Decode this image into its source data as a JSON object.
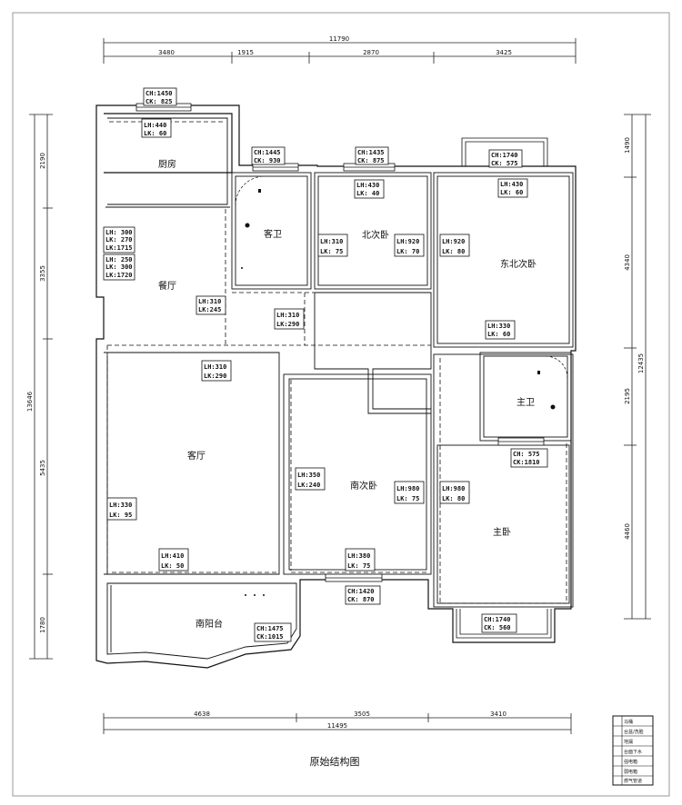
{
  "caption": "原始结构图",
  "dimensions": {
    "top_total": "11790",
    "top_segments": [
      "3480",
      "1915",
      "2870",
      "3425"
    ],
    "bottom_total": "11495",
    "bottom_segments": [
      "4638",
      "3505",
      "3410"
    ],
    "left_total": "13646",
    "left_segments": [
      "2190",
      "3355",
      "5435",
      "1780"
    ],
    "right_total": "12435",
    "right_segments": [
      "1490",
      "4340",
      "2195",
      "4460"
    ]
  },
  "rooms": {
    "kitchen": "厨房",
    "dining": "餐厅",
    "guest_bath": "客卫",
    "north_bedroom": "北次卧",
    "northeast_bedroom": "东北次卧",
    "living": "客厅",
    "south_bedroom": "南次卧",
    "master_bath": "主卫",
    "master_bedroom": "主卧",
    "south_balcony": "南阳台"
  },
  "tags": {
    "kitchen_window": [
      "CH:1450",
      "CK: 825"
    ],
    "kitchen_h": [
      "LH:440",
      "LK: 60"
    ],
    "dining_w1": [
      "LH: 300",
      "LK: 270",
      "LK:1715"
    ],
    "dining_w2": [
      "LH: 250",
      "LK: 300",
      "LK:1720"
    ],
    "dining_beam": [
      "LH:310",
      "LK:245"
    ],
    "guestbath_window": [
      "CH:1445",
      "CK: 930"
    ],
    "north_window": [
      "CH:1435",
      "CK: 875"
    ],
    "north_top": [
      "LH:430",
      "LK: 40"
    ],
    "north_left": [
      "LH:310",
      "LK: 75"
    ],
    "north_right": [
      "LH:920",
      "LK: 70"
    ],
    "ne_window": [
      "CH:1740",
      "CK: 575"
    ],
    "ne_top": [
      "LH:430",
      "LK: 60"
    ],
    "ne_left": [
      "LH:920",
      "LK: 80"
    ],
    "ne_bottom": [
      "LH:330",
      "LK: 60"
    ],
    "corridor": [
      "LH:310",
      "LK:290"
    ],
    "living_top": [
      "LH:310",
      "LK:290"
    ],
    "living_left": [
      "LH:330",
      "LK: 95"
    ],
    "living_bottom": [
      "LH:410",
      "LK: 50"
    ],
    "south_left": [
      "LH:350",
      "LK:240"
    ],
    "south_right": [
      "LH:980",
      "LK: 75"
    ],
    "south_bottom": [
      "LH:380",
      "LK: 75"
    ],
    "south_window": [
      "CH:1420",
      "CK: 870"
    ],
    "masterbath_window": [
      "CH: 575",
      "CK:1810"
    ],
    "master_left": [
      "LH:980",
      "LK: 80"
    ],
    "master_window": [
      "CH:1740",
      "CK: 560"
    ],
    "balcony_window": [
      "CH:1475",
      "CK:1015"
    ]
  },
  "legend": [
    "马桶",
    "台盆/洗脸",
    "地漏",
    "台面下水",
    "强电箱",
    "弱电箱",
    "燃气管道"
  ]
}
